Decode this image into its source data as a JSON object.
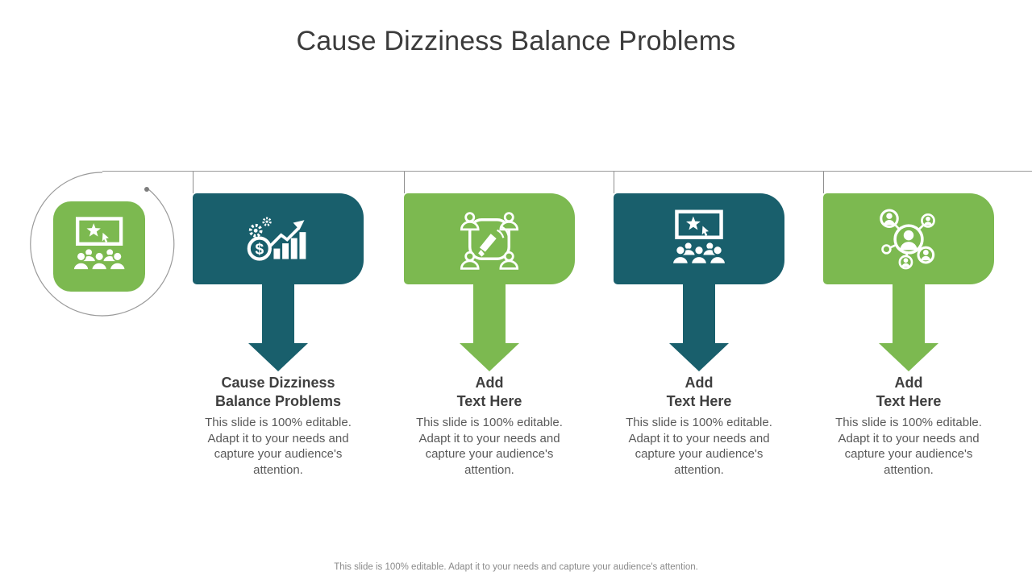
{
  "slide": {
    "title": "Cause Dizziness Balance Problems",
    "footer": "This slide is 100% editable. Adapt it to your needs and capture your audience's attention.",
    "colors": {
      "teal": "#195F6C",
      "green": "#7CB950",
      "connector_line": "#8F8F8F",
      "title_text": "#3B3B3B",
      "heading_text": "#3F3F3F",
      "body_text": "#595959",
      "footer_text": "#8A8A8A"
    },
    "badge": {
      "icon": "presentation-audience-icon",
      "accent": "#7CB950"
    },
    "columns": [
      {
        "accent": "teal",
        "icon": "finance-growth-icon",
        "heading_line1": "Cause Dizziness",
        "heading_line2": "Balance Problems",
        "body": "This slide is 100% editable. Adapt it to your needs and capture your audience's attention."
      },
      {
        "accent": "green",
        "icon": "team-megaphone-icon",
        "heading_line1": "Add",
        "heading_line2": "Text Here",
        "body": "This slide is 100% editable. Adapt it to your needs and capture your audience's attention."
      },
      {
        "accent": "teal",
        "icon": "presentation-audience-icon",
        "heading_line1": "Add",
        "heading_line2": "Text Here",
        "body": "This slide is 100% editable. Adapt it to your needs and capture your audience's attention."
      },
      {
        "accent": "green",
        "icon": "people-network-icon",
        "heading_line1": "Add",
        "heading_line2": "Text Here",
        "body": "This slide is 100% editable. Adapt it to your needs and capture your audience's attention."
      }
    ]
  }
}
